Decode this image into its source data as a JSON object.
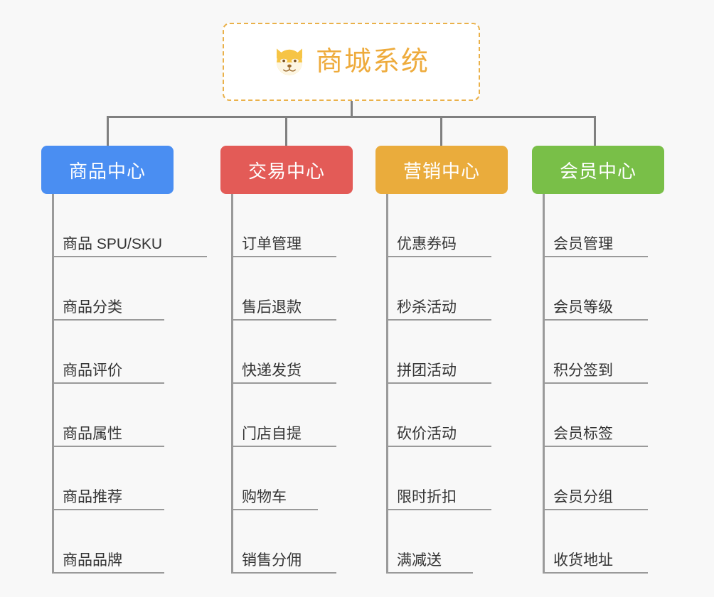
{
  "diagram": {
    "background_color": "#f8f8f8",
    "connector_color": "#808080",
    "leaf_rule_color": "#9a9a9a",
    "root": {
      "title": "商城系统",
      "icon": "shiba-inu-dog-face-icon",
      "text_color": "#eeab3c",
      "border_color": "#eab14a",
      "background_color": "#ffffff"
    },
    "branches": [
      {
        "label": "商品中心",
        "color": "#4a8ef2",
        "items": [
          "商品 SPU/SKU",
          "商品分类",
          "商品评价",
          "商品属性",
          "商品推荐",
          "商品品牌"
        ]
      },
      {
        "label": "交易中心",
        "color": "#e35b57",
        "items": [
          "订单管理",
          "售后退款",
          "快递发货",
          "门店自提",
          "购物车",
          "销售分佣"
        ]
      },
      {
        "label": "营销中心",
        "color": "#eaac3c",
        "items": [
          "优惠券码",
          "秒杀活动",
          "拼团活动",
          "砍价活动",
          "限时折扣",
          "满减送"
        ]
      },
      {
        "label": "会员中心",
        "color": "#79bf48",
        "items": [
          "会员管理",
          "会员等级",
          "积分签到",
          "会员标签",
          "会员分组",
          "收货地址"
        ]
      }
    ]
  }
}
